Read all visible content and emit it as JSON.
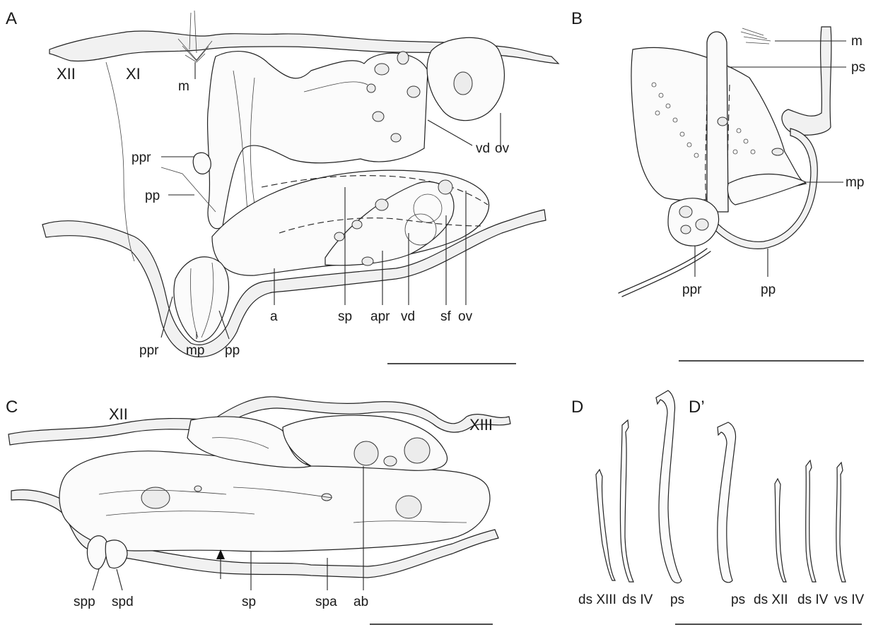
{
  "panels": {
    "A": {
      "letter": "A",
      "segments": [
        "XII",
        "XI"
      ],
      "labels": {
        "m": "m",
        "vd_top": "vd",
        "ov_top": "ov",
        "ppr_left": "ppr",
        "pp_left": "pp",
        "a": "a",
        "sp": "sp",
        "apr": "apr",
        "vd_bottom": "vd",
        "sf": "sf",
        "ov_bottom": "ov",
        "ppr_bottom": "ppr",
        "mp": "mp",
        "pp_bottom": "pp"
      }
    },
    "B": {
      "letter": "B",
      "labels": {
        "m": "m",
        "ps": "ps",
        "mp": "mp",
        "ppr": "ppr",
        "pp": "pp"
      }
    },
    "C": {
      "letter": "C",
      "segments": [
        "XII",
        "XIII"
      ],
      "labels": {
        "spp": "spp",
        "spd": "spd",
        "sp": "sp",
        "spa": "spa",
        "ab": "ab"
      }
    },
    "D": {
      "letter": "D",
      "chaetae": [
        "ds XIII",
        "ds IV",
        "ps"
      ]
    },
    "Dprime": {
      "letter": "D’",
      "chaetae": [
        "ps",
        "ds XII",
        "ds IV",
        "vs IV"
      ]
    }
  }
}
